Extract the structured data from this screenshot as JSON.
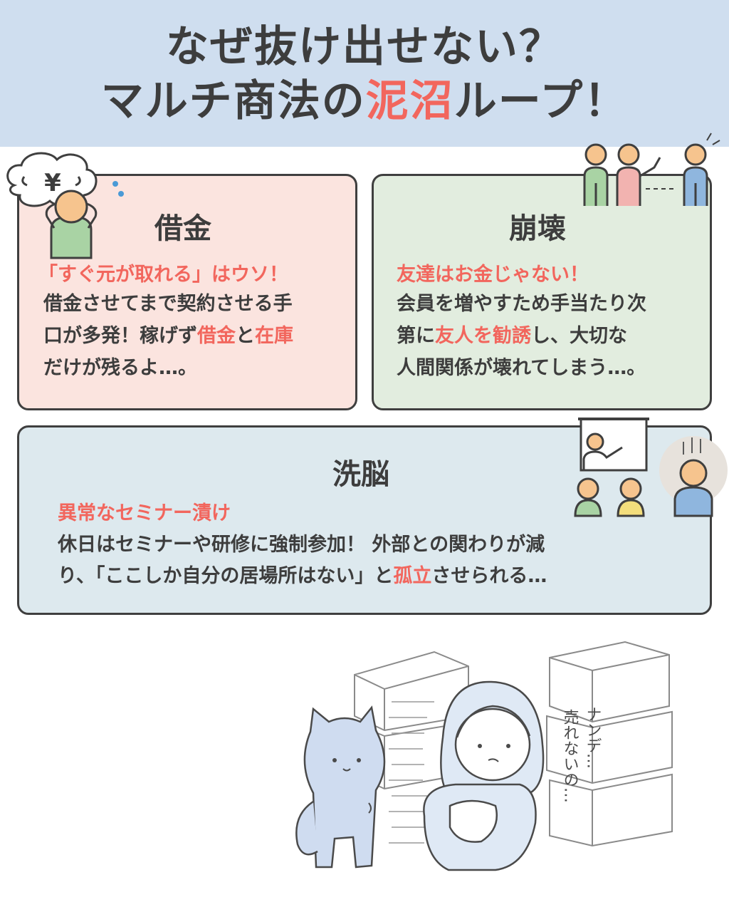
{
  "header": {
    "title_line1": "なぜ抜け出せない？",
    "title_line2_pre": "マルチ商法の",
    "title_line2_accent": "泥沼",
    "title_line2_post": "ループ！"
  },
  "cards": {
    "debt": {
      "title": "借金",
      "lead": "「すぐ元が取れる」はウソ！",
      "line1": "借金させてまで契約させる手",
      "line2_pre": "口が多発！稼げず",
      "line2_hl1": "借金",
      "line2_mid": "と",
      "line2_hl2": "在庫",
      "line3": "だけが残るよ…。",
      "bubble_text": "¥"
    },
    "collapse": {
      "title": "崩壊",
      "lead": "友達はお金じゃない！",
      "line1": "会員を増やすため手当たり次",
      "line2_pre": "第に",
      "line2_hl": "友人を勧誘",
      "line2_post": "し、大切な",
      "line3": "人間関係が壊れてしまう…。"
    },
    "brainwash": {
      "title": "洗脳",
      "lead": "異常なセミナー漬け",
      "line1": "休日はセミナーや研修に強制参加！ 外部との関わりが減",
      "line2_pre": "り、「ここしか自分の居場所はない」と",
      "line2_hl": "孤立",
      "line2_post": "させられる…"
    }
  },
  "illustration": {
    "speech_line1": "ナンデ…",
    "speech_line2": "売れないの…"
  },
  "colors": {
    "header_bg": "#cfdeef",
    "accent": "#f2665d",
    "debt_bg": "#fbe4df",
    "collapse_bg": "#e2eddf",
    "brain_bg": "#dde9ee",
    "text": "#3d3d3d"
  }
}
